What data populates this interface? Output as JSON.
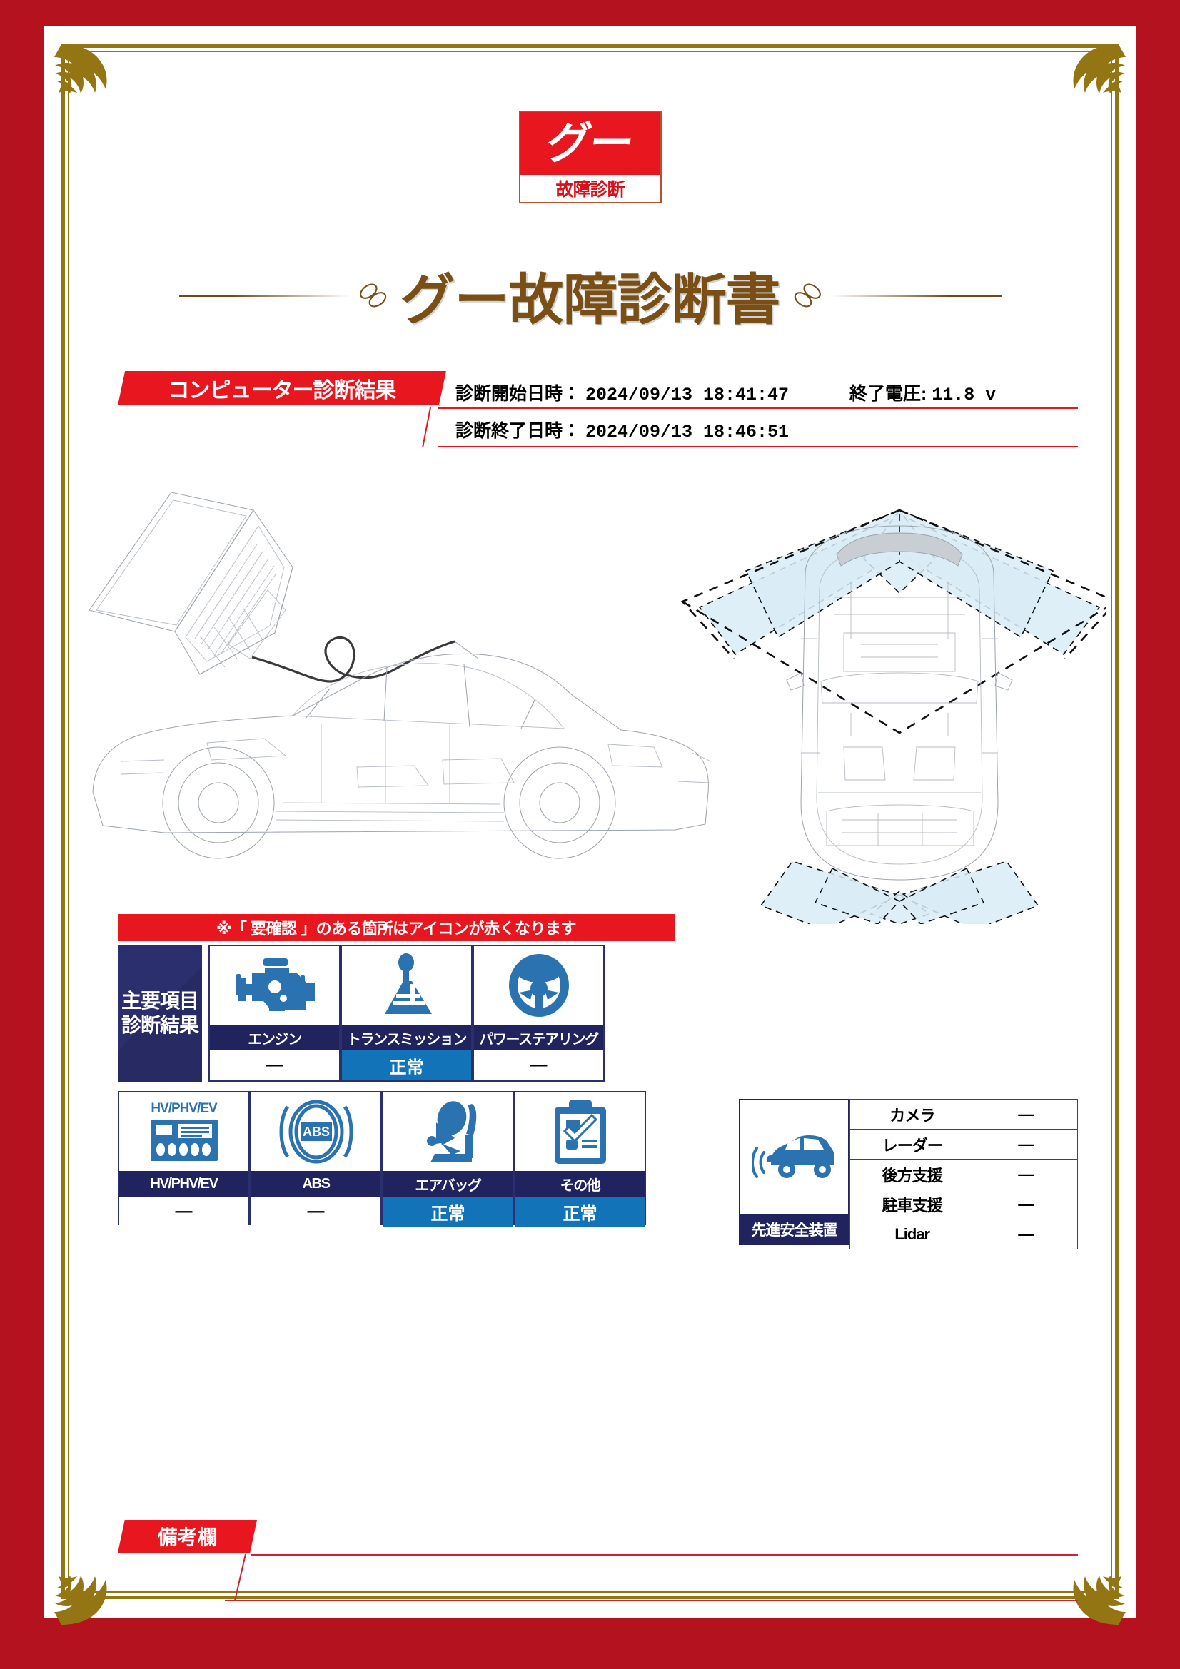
{
  "document": {
    "logo": {
      "mark": "グー",
      "sub": "故障診断"
    },
    "title": "グー故障診断書"
  },
  "computer_diagnosis": {
    "banner": "コンピューター診断結果",
    "start_label": "診断開始日時：",
    "start_value": "2024/09/13 18:41:47",
    "end_label": "診断終了日時：",
    "end_value": "2024/09/13 18:46:51",
    "voltage_label": "終了電圧:",
    "voltage_value": "11.8 v"
  },
  "main_items": {
    "notice": "※「 要確認 」のある箇所はアイコンが赤くなります",
    "side_label_line1": "主要項目",
    "side_label_line2": "診断結果",
    "cells": [
      {
        "icon": "engine-icon",
        "name": "エンジン",
        "status": "—",
        "status_type": "na"
      },
      {
        "icon": "transmission-icon",
        "name": "トランスミッション",
        "status": "正常",
        "status_type": "ok"
      },
      {
        "icon": "steering-wheel-icon",
        "name": "パワーステアリング",
        "status": "—",
        "status_type": "na"
      },
      {
        "icon": "hv-battery-icon",
        "name": "HV/PHV/EV",
        "status": "—",
        "status_type": "na"
      },
      {
        "icon": "abs-icon",
        "name": "ABS",
        "status": "—",
        "status_type": "na"
      },
      {
        "icon": "airbag-icon",
        "name": "エアバッグ",
        "status": "正常",
        "status_type": "ok"
      },
      {
        "icon": "clipboard-check-icon",
        "name": "その他",
        "status": "正常",
        "status_type": "ok"
      }
    ],
    "hv_badge": "HV/PHV/EV"
  },
  "advanced_safety": {
    "label": "先進安全装置",
    "icon": "car-radar-icon",
    "rows": [
      {
        "key": "カメラ",
        "value": "—"
      },
      {
        "key": "レーダー",
        "value": "—"
      },
      {
        "key": "後方支援",
        "value": "—"
      },
      {
        "key": "駐車支援",
        "value": "—"
      },
      {
        "key": "Lidar",
        "value": "—"
      }
    ]
  },
  "remarks": {
    "banner": "備考欄",
    "content": ""
  },
  "colors": {
    "border_red": "#B4121F",
    "gold": "#937513",
    "banner_red": "#E8161F",
    "navy": "#20235E",
    "status_blue": "#1273B8",
    "icon_blue": "#2B72B0",
    "title_brown": "#7A4F15",
    "sensor_blue": "#D9ECF7"
  }
}
